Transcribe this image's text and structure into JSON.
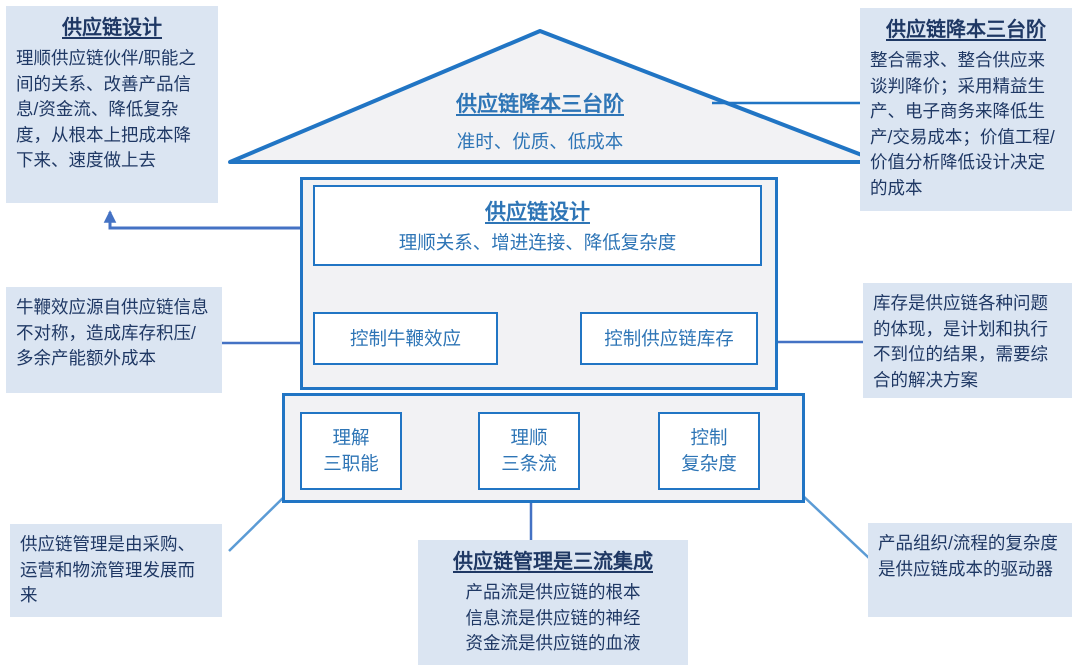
{
  "colors": {
    "border_blue": "#2175c4",
    "text_blue": "#2e75b6",
    "navy": "#1f3864",
    "callout_bg": "#dbe5f2",
    "panel_bg": "#f2f2f4",
    "connector": "#4472c4",
    "diag": "#5b9bd5",
    "bg": "#ffffff"
  },
  "top_left_callout": {
    "title": "供应链设计",
    "body": "理顺供应链伙伴/职能之间的关系、改善产品信息/资金流、降低复杂度，从根本上把成本降下来、速度做上去"
  },
  "top_right_callout": {
    "title": "供应链降本三台阶",
    "body": "整合需求、整合供应来谈判降价；采用精益生产、电子商务来降低生产/交易成本；价值工程/价值分析降低设计决定的成本"
  },
  "roof": {
    "title": "供应链降本三台阶",
    "subtitle": "准时、优质、低成本"
  },
  "design_box": {
    "title": "供应链设计",
    "subtitle": "理顺关系、增进连接、降低复杂度"
  },
  "bullwhip_box": {
    "label": "控制牛鞭效应"
  },
  "inventory_box": {
    "label": "控制供应链库存"
  },
  "foundation": {
    "items": [
      {
        "line1": "理解",
        "line2": "三职能"
      },
      {
        "line1": "理顺",
        "line2": "三条流"
      },
      {
        "line1": "控制",
        "line2": "复杂度"
      }
    ]
  },
  "left_callout": {
    "body": "牛鞭效应源自供应链信息不对称，造成库存积压/多余产能额外成本"
  },
  "right_callout": {
    "body": "库存是供应链各种问题的体现，是计划和执行不到位的结果，需要综合的解决方案"
  },
  "bottom_left_callout": {
    "body": "供应链管理是由采购、运营和物流管理发展而来"
  },
  "bottom_center_callout": {
    "title": "供应链管理是三流集成",
    "lines": [
      "产品流是供应链的根本",
      "信息流是供应链的神经",
      "资金流是供应链的血液"
    ]
  },
  "bottom_right_callout": {
    "body": "产品组织/流程的复杂度是供应链成本的驱动器"
  }
}
